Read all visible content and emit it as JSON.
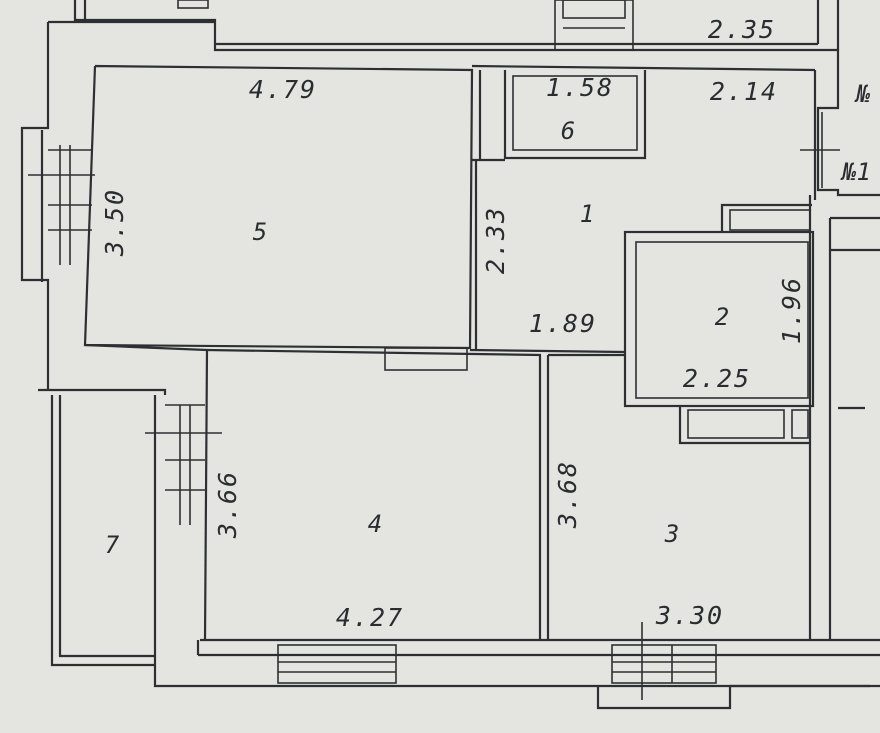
{
  "diagram": {
    "colors": {
      "paper": "#e4e5e1",
      "ink": "#2e2f33"
    },
    "rooms": [
      {
        "id": "1",
        "label": "1"
      },
      {
        "id": "2",
        "label": "2"
      },
      {
        "id": "3",
        "label": "3"
      },
      {
        "id": "4",
        "label": "4"
      },
      {
        "id": "5",
        "label": "5"
      },
      {
        "id": "6",
        "label": "6"
      },
      {
        "id": "7",
        "label": "7"
      }
    ],
    "dimensions": {
      "top_right": "2.35",
      "room5_width": "4.79",
      "room6_width": "1.58",
      "room1_width": "2.14",
      "room5_height": "3.50",
      "room1_height": "2.33",
      "room1_lower_width": "1.89",
      "room2_height": "1.96",
      "room2_width": "2.25",
      "room4_height": "3.66",
      "room3_height": "3.68",
      "room4_width": "4.27",
      "room3_width": "3.30"
    },
    "edge_labels": {
      "upper": "№",
      "lower": "№1"
    }
  }
}
